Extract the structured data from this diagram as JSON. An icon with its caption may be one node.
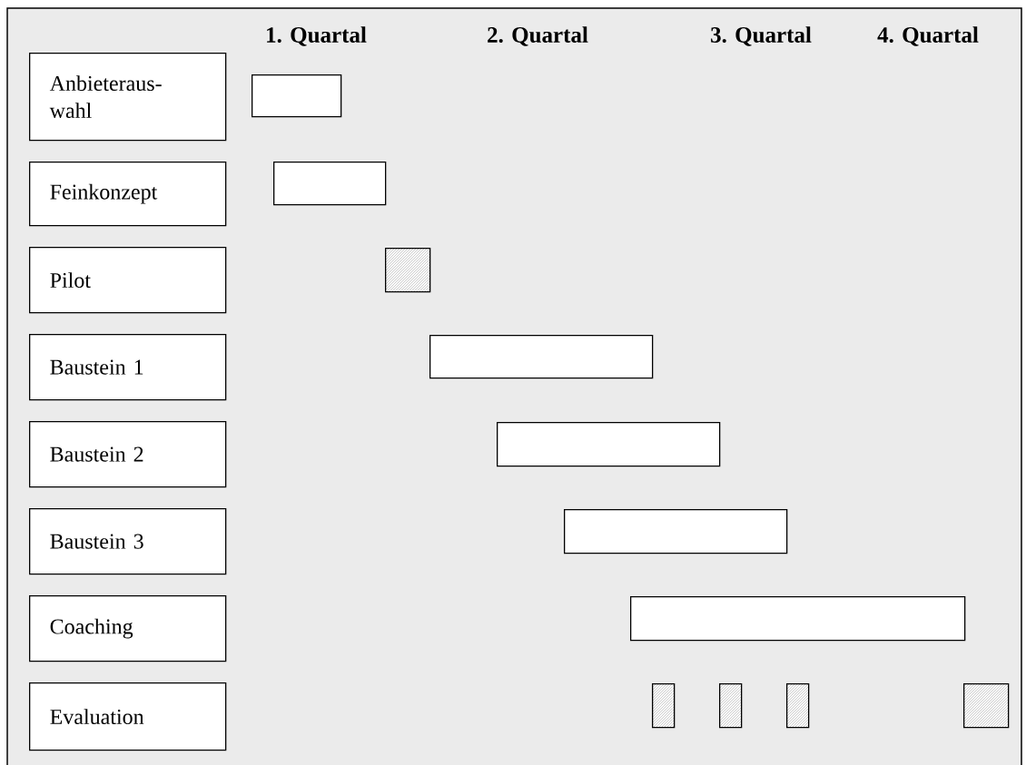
{
  "diagram": {
    "nodes": [
      {
        "text": [
          "Anbieteraus- wahl"
        ]
      },
      {
        "text": [
          "Feinkonzept"
        ]
      },
      {
        "text": [
          "Pilot"
        ]
      },
      {
        "text": [
          "Baustein 1"
        ]
      },
      {
        "text": [
          "Baustein 2"
        ]
      },
      {
        "text": [
          "Baustein 3"
        ]
      },
      {
        "text": [
          "Coaching"
        ]
      },
      {
        "text": [
          "Evaluation"
        ]
      },
      {
        "text": [],
        "shape": "bar"
      },
      {
        "text": [],
        "shape": "bar"
      },
      {
        "text": [],
        "shape": "hatched"
      },
      {
        "text": [],
        "shape": "bar"
      },
      {
        "text": [],
        "shape": "bar"
      },
      {
        "text": [],
        "shape": "bar"
      },
      {
        "text": [],
        "shape": "bar"
      },
      {
        "text": [],
        "shape": "hatched"
      },
      {
        "text": [],
        "shape": "hatched"
      },
      {
        "text": [],
        "shape": "hatched"
      },
      {
        "text": [],
        "shape": "hatched"
      }
    ],
    "labels": [
      "1. Quartal",
      "2. Quartal",
      "3. Quartal",
      "4. Quartal"
    ]
  }
}
